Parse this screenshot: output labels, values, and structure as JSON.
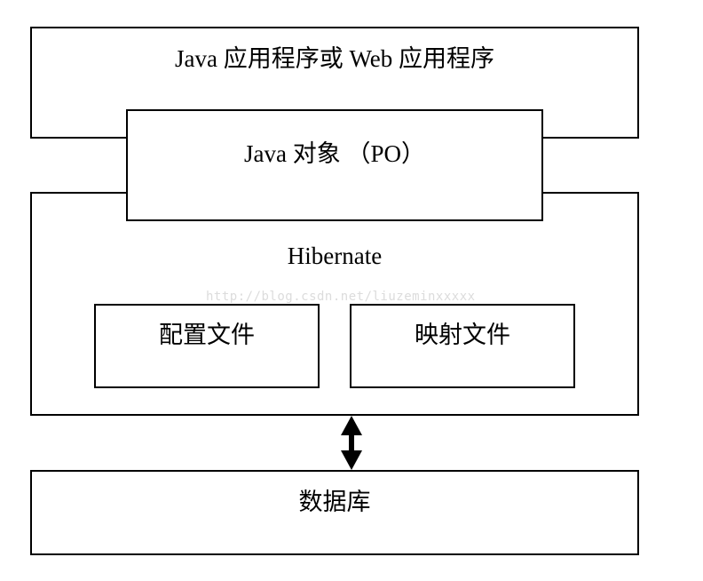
{
  "diagram": {
    "app": {
      "label": "Java 应用程序或 Web 应用程序"
    },
    "po": {
      "label": "Java 对象 （PO）"
    },
    "hibernate": {
      "label": "Hibernate",
      "config": {
        "label": "配置文件"
      },
      "mapping": {
        "label": "映射文件"
      }
    },
    "database": {
      "label": "数据库"
    },
    "watermark": "http://blog.csdn.net/liuzeminxxxxx"
  }
}
